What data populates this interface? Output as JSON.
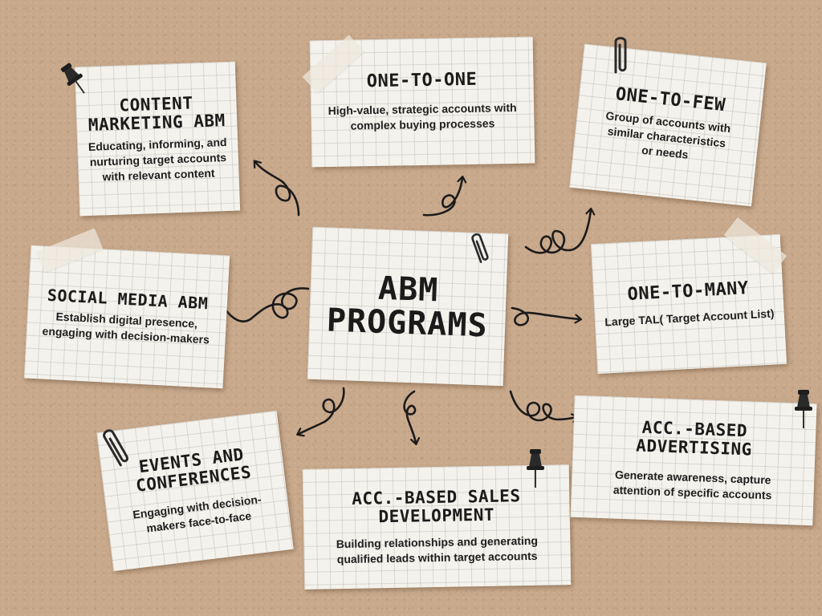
{
  "center": {
    "title": "ABM PROGRAMS"
  },
  "cards": {
    "content_marketing": {
      "title": "CONTENT MARKETING ABM",
      "desc": "Educating, informing, and nurturing target accounts with relevant content"
    },
    "one_to_one": {
      "title": "ONE-TO-ONE",
      "desc": "High-value, strategic accounts with complex buying processes"
    },
    "one_to_few": {
      "title": "ONE-TO-FEW",
      "desc": "Group of accounts with similar characteristics or needs"
    },
    "social_media": {
      "title": "SOCIAL MEDIA ABM",
      "desc": "Establish digital presence, engaging with decision-makers"
    },
    "one_to_many": {
      "title": "ONE-TO-MANY",
      "desc": "Large TAL( Target Account List)"
    },
    "events": {
      "title": "EVENTS AND CONFERENCES",
      "desc": "Engaging with decision-makers face-to-face"
    },
    "acc_sales": {
      "title": "ACC.-BASED SALES DEVELOPMENT",
      "desc": "Building relationships and generating qualified leads within target accounts"
    },
    "acc_advertising": {
      "title": "ACC.-BASED ADVERTISING",
      "desc": "Generate awareness, capture attention of specific accounts"
    }
  },
  "colors": {
    "background": "#c9a98b",
    "card": "#f4f2ec",
    "ink": "#1b1b1b"
  }
}
